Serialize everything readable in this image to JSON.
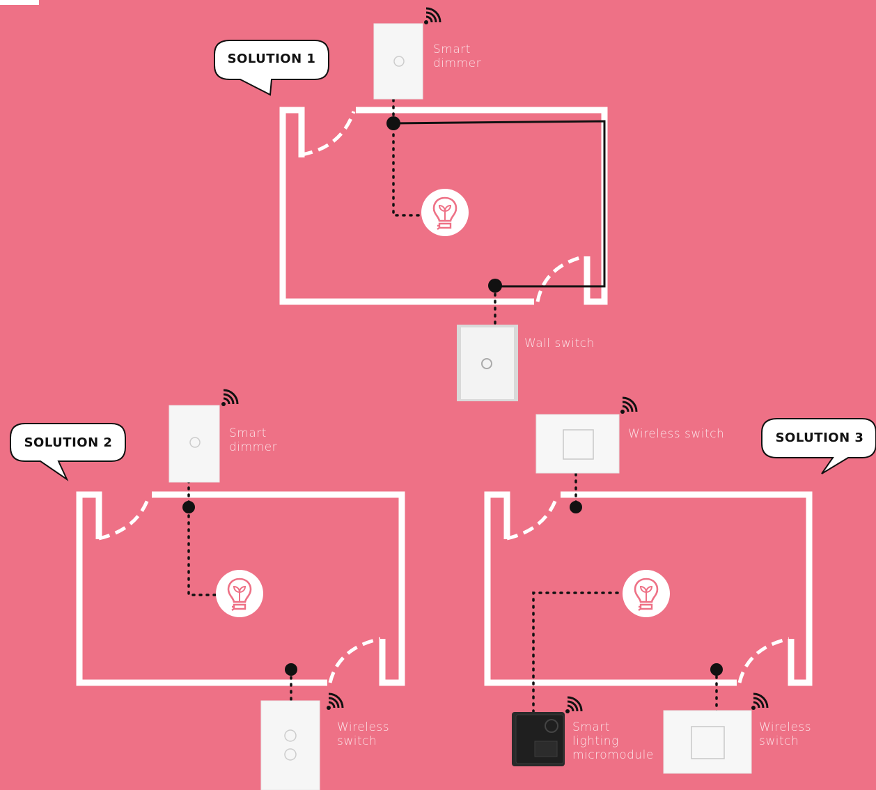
{
  "solutions": {
    "s1": {
      "title": "SOLUTION 1"
    },
    "s2": {
      "title": "SOLUTION 2"
    },
    "s3": {
      "title": "SOLUTION 3"
    }
  },
  "labels": {
    "s1_dimmer": "Smart\ndimmer",
    "s1_wall_switch": "Wall switch",
    "s2_dimmer": "Smart\ndimmer",
    "s2_wireless": "Wireless\nswitch",
    "s3_wireless_top": "Wireless switch",
    "s3_micromodule": "Smart\nlighting\nmicromodule",
    "s3_wireless_bottom": "Wireless\nswitch"
  },
  "colors": {
    "background": "#ee7186",
    "wall": "#ffffff",
    "wire": "#111111",
    "bulb_icon": "#ee7186"
  }
}
